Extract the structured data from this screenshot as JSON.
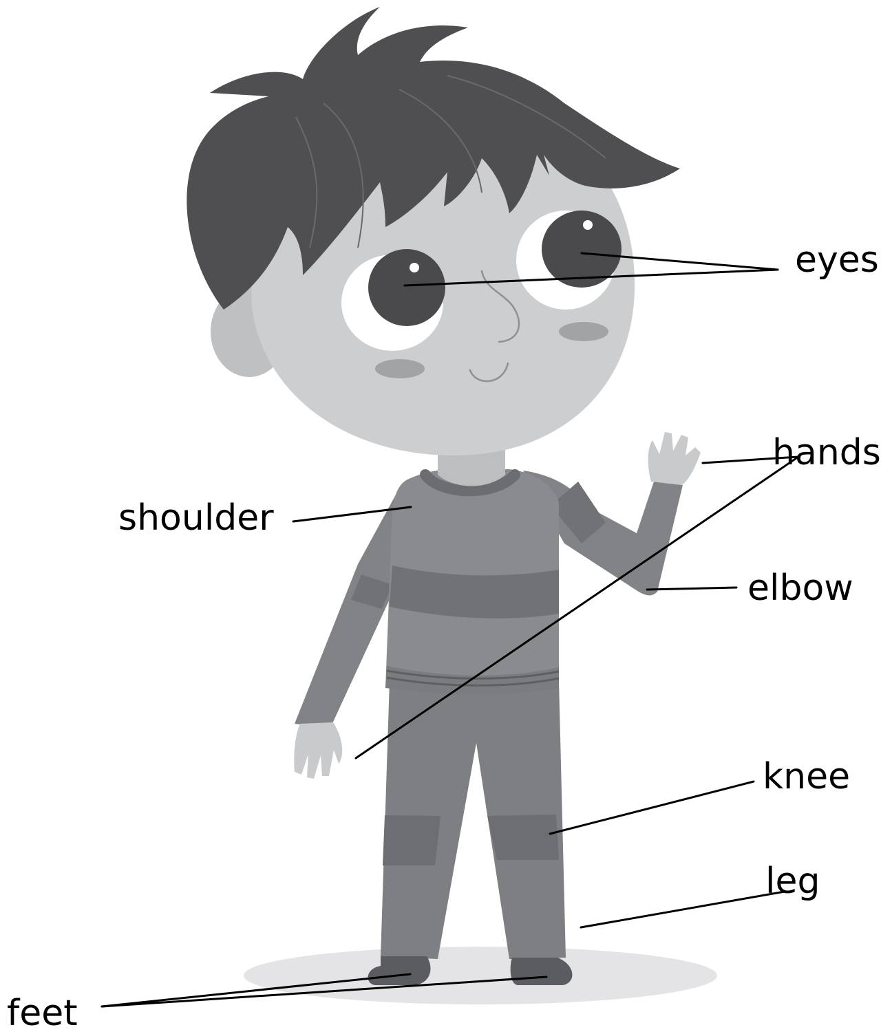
{
  "labels": {
    "eyes": "eyes",
    "hands": "hands",
    "shoulder": "shoulder",
    "elbow": "elbow",
    "knee": "knee",
    "leg": "leg",
    "feet": "feet"
  },
  "colors": {
    "hair": "#4f4f52",
    "skin": "#cdced0",
    "ear": "#bfc0c2",
    "cheek": "#a2a3a5",
    "eye_white": "#ffffff",
    "iris": "#4a4a4d",
    "sweater": "#8a8b8e",
    "sweater_stripe": "#717275",
    "pants": "#7e7f82",
    "pants_stripe": "#6d6e71",
    "shoes": "#5b5c5f",
    "shadow": "#e4e4e6",
    "leader_line": "#000000"
  }
}
